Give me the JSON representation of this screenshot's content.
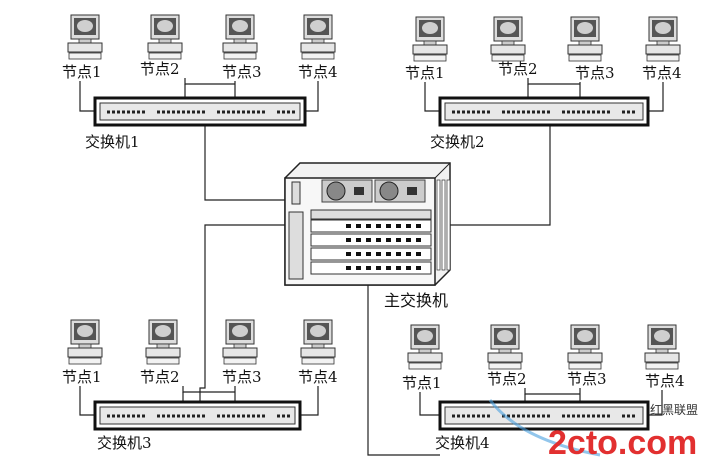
{
  "groups": [
    {
      "switch_label": "交换机1",
      "nodes": [
        "节点1",
        "节点2",
        "节点3",
        "节点4"
      ]
    },
    {
      "switch_label": "交换机2",
      "nodes": [
        "节点1",
        "节点2",
        "节点3",
        "节点4"
      ]
    },
    {
      "switch_label": "交换机3",
      "nodes": [
        "节点1",
        "节点2",
        "节点3",
        "节点4"
      ]
    },
    {
      "switch_label": "交换机4",
      "nodes": [
        "节点1",
        "节点2",
        "节点3",
        "节点4"
      ]
    }
  ],
  "main_switch": {
    "label": "主交换机"
  },
  "watermark": {
    "brand": "2cto.com",
    "subtitle": "红黑联盟"
  },
  "colors": {
    "line": "#222222",
    "watermark_red": "#e23030",
    "watermark_blue": "#4aa0e0"
  }
}
